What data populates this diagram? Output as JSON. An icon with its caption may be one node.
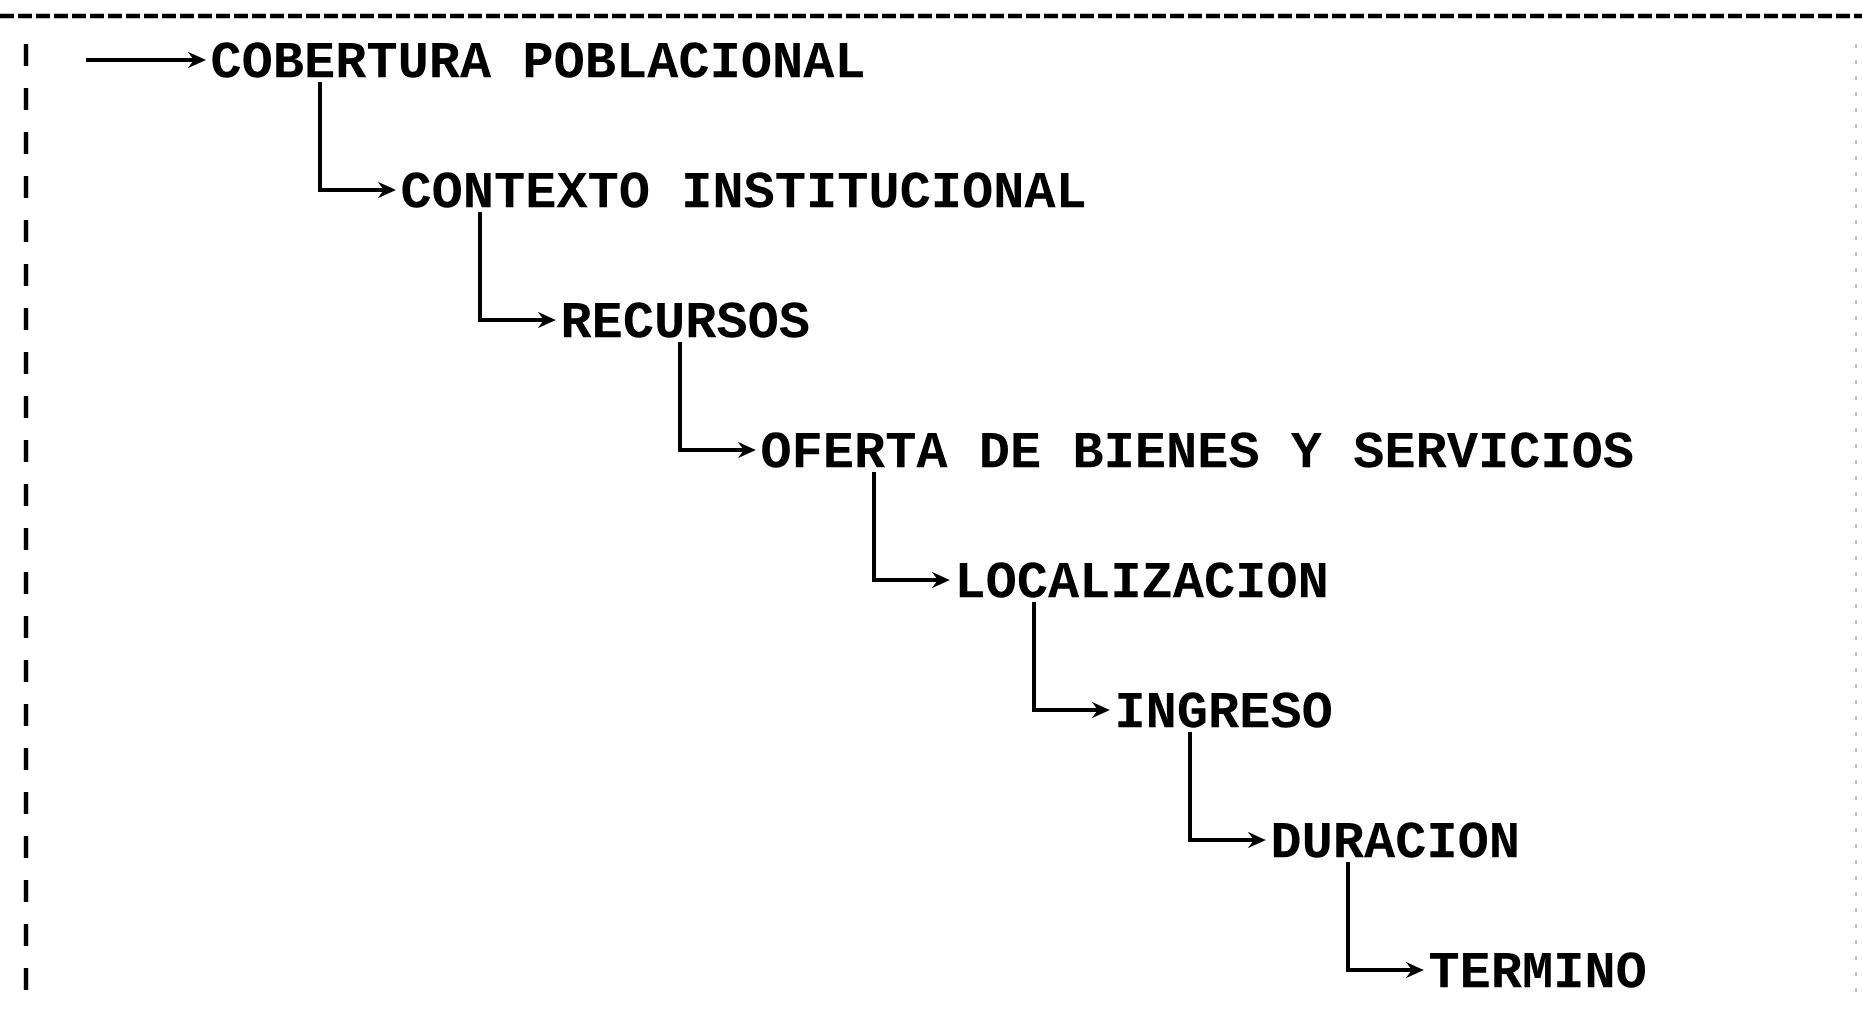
{
  "diagram": {
    "nodes": [
      {
        "text": [
          "COBERTURA POBLACIONAL"
        ]
      },
      {
        "text": [
          "CONTEXTO INSTITUCIONAL"
        ]
      },
      {
        "text": [
          "RECURSOS"
        ]
      },
      {
        "text": [
          "OFERTA DE BIENES Y SERVICIOS"
        ]
      },
      {
        "text": [
          "LOCALIZACION"
        ]
      },
      {
        "text": [
          "INGRESO"
        ]
      },
      {
        "text": [
          "DURACION"
        ]
      },
      {
        "text": [
          "TERMINO"
        ]
      }
    ],
    "edges": [
      {
        "from": null,
        "to": 0,
        "arrow": "to"
      },
      {
        "from": 0,
        "to": 1,
        "arrow": "to"
      },
      {
        "from": 1,
        "to": 2,
        "arrow": "to"
      },
      {
        "from": 2,
        "to": 3,
        "arrow": "to"
      },
      {
        "from": 3,
        "to": 4,
        "arrow": "to"
      },
      {
        "from": 4,
        "to": 5,
        "arrow": "to"
      },
      {
        "from": 5,
        "to": 6,
        "arrow": "to"
      },
      {
        "from": 6,
        "to": 7,
        "arrow": "to"
      }
    ]
  }
}
